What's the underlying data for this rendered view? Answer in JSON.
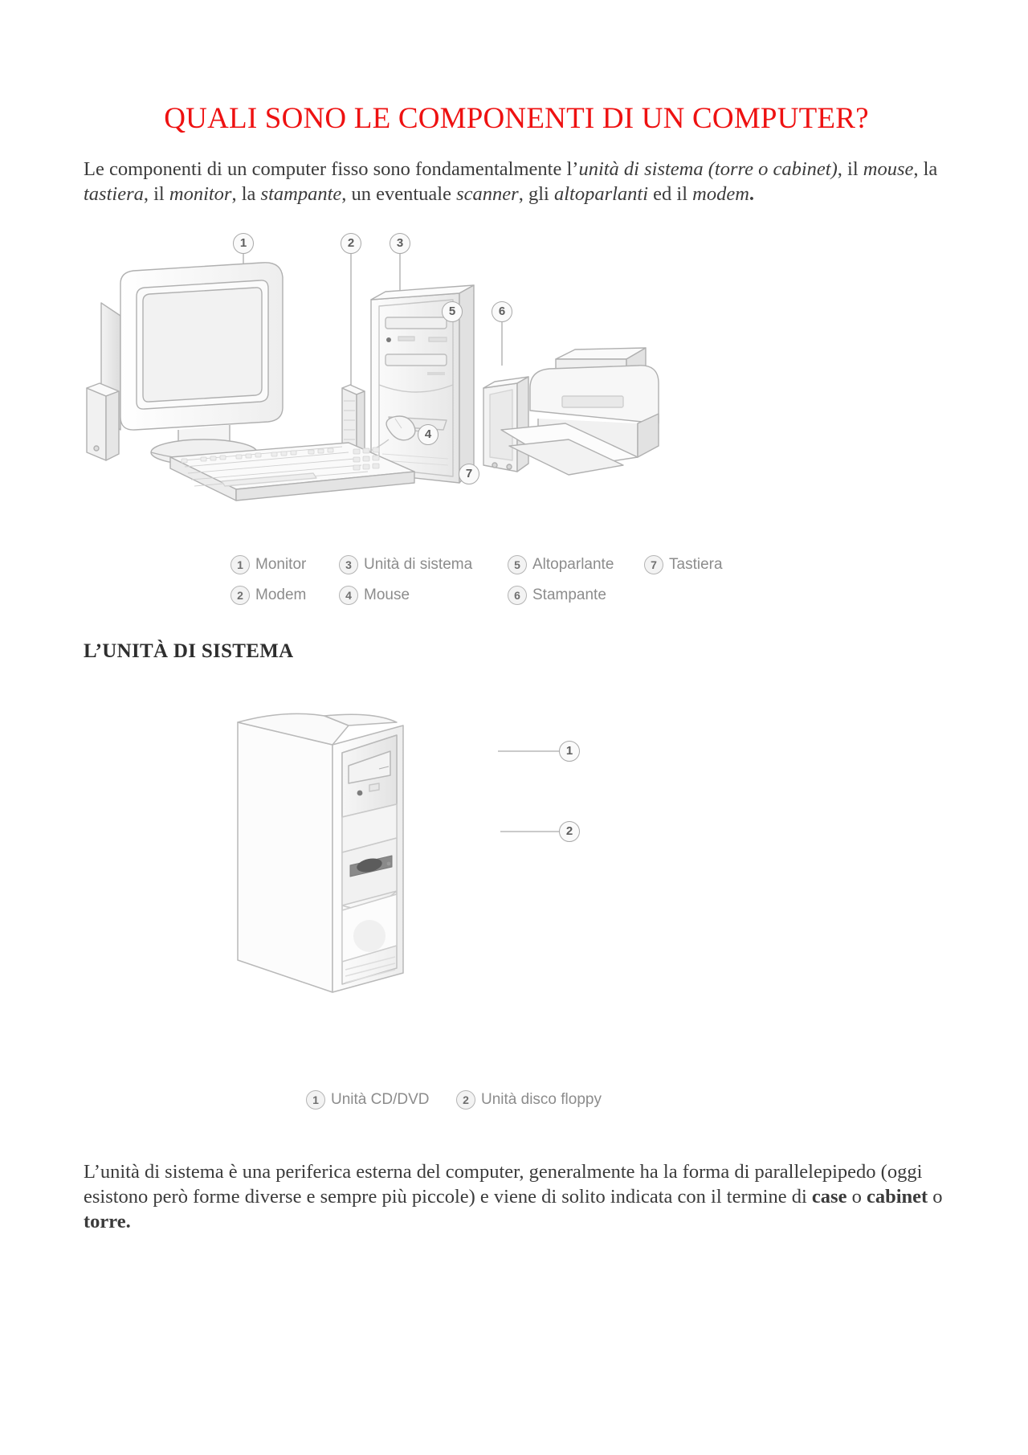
{
  "document": {
    "title": "QUALI SONO LE COMPONENTI DI UN COMPUTER?",
    "title_color": "#ee1111"
  },
  "intro_paragraph": {
    "seg1": "Le componenti di un computer fisso sono fondamentalmente l’",
    "seg2_italic": "unità di sistema (torre o cabinet)",
    "seg3": ", il ",
    "seg4_italic": "mouse",
    "seg5": ", la ",
    "seg6_italic": "tastiera",
    "seg7": ", il ",
    "seg8_italic": "monitor",
    "seg9": ", la ",
    "seg10_italic": "stampante",
    "seg11": ", un eventuale ",
    "seg12_italic": "scanner",
    "seg13": ", gli ",
    "seg14_italic": "altoparlanti",
    "seg15": " ed il ",
    "seg16_italic": "modem",
    "seg17": "."
  },
  "figure1": {
    "name": "computer-system-overview-illustration",
    "callouts": [
      {
        "n": "1",
        "target": "Monitor"
      },
      {
        "n": "2",
        "target": "Modem"
      },
      {
        "n": "3",
        "target": "Unità di sistema"
      },
      {
        "n": "4",
        "target": "Mouse"
      },
      {
        "n": "5",
        "target": "Altoparlante"
      },
      {
        "n": "6",
        "target": "Stampante"
      },
      {
        "n": "7",
        "target": "Tastiera"
      }
    ],
    "legend": {
      "column1": [
        {
          "num": "1",
          "label": "Monitor"
        },
        {
          "num": "2",
          "label": "Modem"
        }
      ],
      "column2": [
        {
          "num": "3",
          "label": "Unità di sistema"
        },
        {
          "num": "4",
          "label": "Mouse"
        }
      ],
      "column3": [
        {
          "num": "5",
          "label": "Altoparlante"
        },
        {
          "num": "6",
          "label": "Stampante"
        }
      ],
      "column4": [
        {
          "num": "7",
          "label": "Tastiera"
        }
      ]
    }
  },
  "section_heading": "L’UNITÀ DI SISTEMA",
  "figure2": {
    "name": "system-unit-tower-illustration",
    "callouts": [
      {
        "n": "1",
        "target": "Unità CD/DVD"
      },
      {
        "n": "2",
        "target": "Unità disco floppy"
      }
    ],
    "legend": {
      "items": [
        {
          "num": "1",
          "label": "Unità CD/DVD"
        },
        {
          "num": "2",
          "label": "Unità disco floppy"
        }
      ]
    }
  },
  "final_paragraph": {
    "seg1": "L’unità di sistema è una periferica esterna del computer, generalmente ha la forma di parallelepipedo (oggi esistono però forme diverse e sempre più piccole) e viene di solito indicata con il termine di ",
    "seg2_bold": "case",
    "seg3": " o ",
    "seg4_bold": "cabinet",
    "seg5": " o ",
    "seg6_bold": "torre",
    "seg7": "."
  }
}
